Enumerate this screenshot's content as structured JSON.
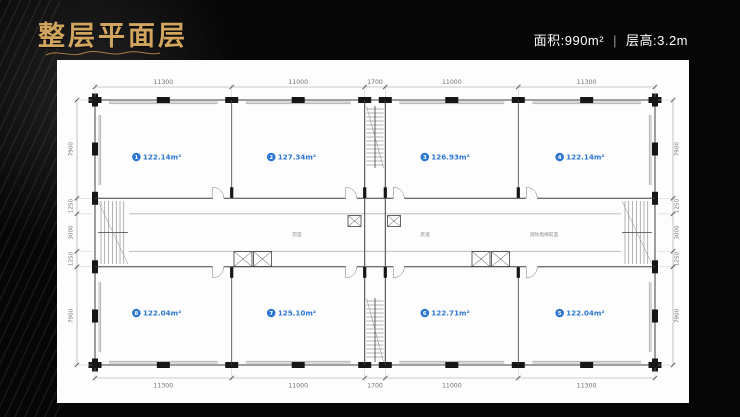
{
  "header": {
    "title": "整层平面层",
    "stats": {
      "area": "面积:990m²",
      "separator": "|",
      "floor_height": "层高:3.2m"
    }
  },
  "plan": {
    "accent_color": "#2b76d2",
    "dims_top": [
      "11300",
      "11000",
      "1700",
      "11000",
      "11300"
    ],
    "dims_bottom": [
      "11300",
      "11000",
      "1700",
      "11000",
      "11300"
    ],
    "dims_left": [
      "7900",
      "1250",
      "3000",
      "1250",
      "7900"
    ],
    "dims_right": [
      "7900",
      "1250",
      "3000",
      "1250",
      "7900"
    ],
    "rooms": [
      {
        "no": "1",
        "area": "122.14m²",
        "row": "top",
        "col": 0
      },
      {
        "no": "2",
        "area": "127.34m²",
        "row": "top",
        "col": 1
      },
      {
        "no": "3",
        "area": "126.93m²",
        "row": "top",
        "col": 2
      },
      {
        "no": "4",
        "area": "122.14m²",
        "row": "top",
        "col": 3
      },
      {
        "no": "8",
        "area": "122.04m²",
        "row": "bottom",
        "col": 0
      },
      {
        "no": "7",
        "area": "125.10m²",
        "row": "bottom",
        "col": 1
      },
      {
        "no": "6",
        "area": "122.71m²",
        "row": "bottom",
        "col": 2
      },
      {
        "no": "5",
        "area": "122.04m²",
        "row": "bottom",
        "col": 3
      }
    ],
    "core_labels": [
      "前室",
      "走道",
      "消防电梯前室"
    ]
  }
}
